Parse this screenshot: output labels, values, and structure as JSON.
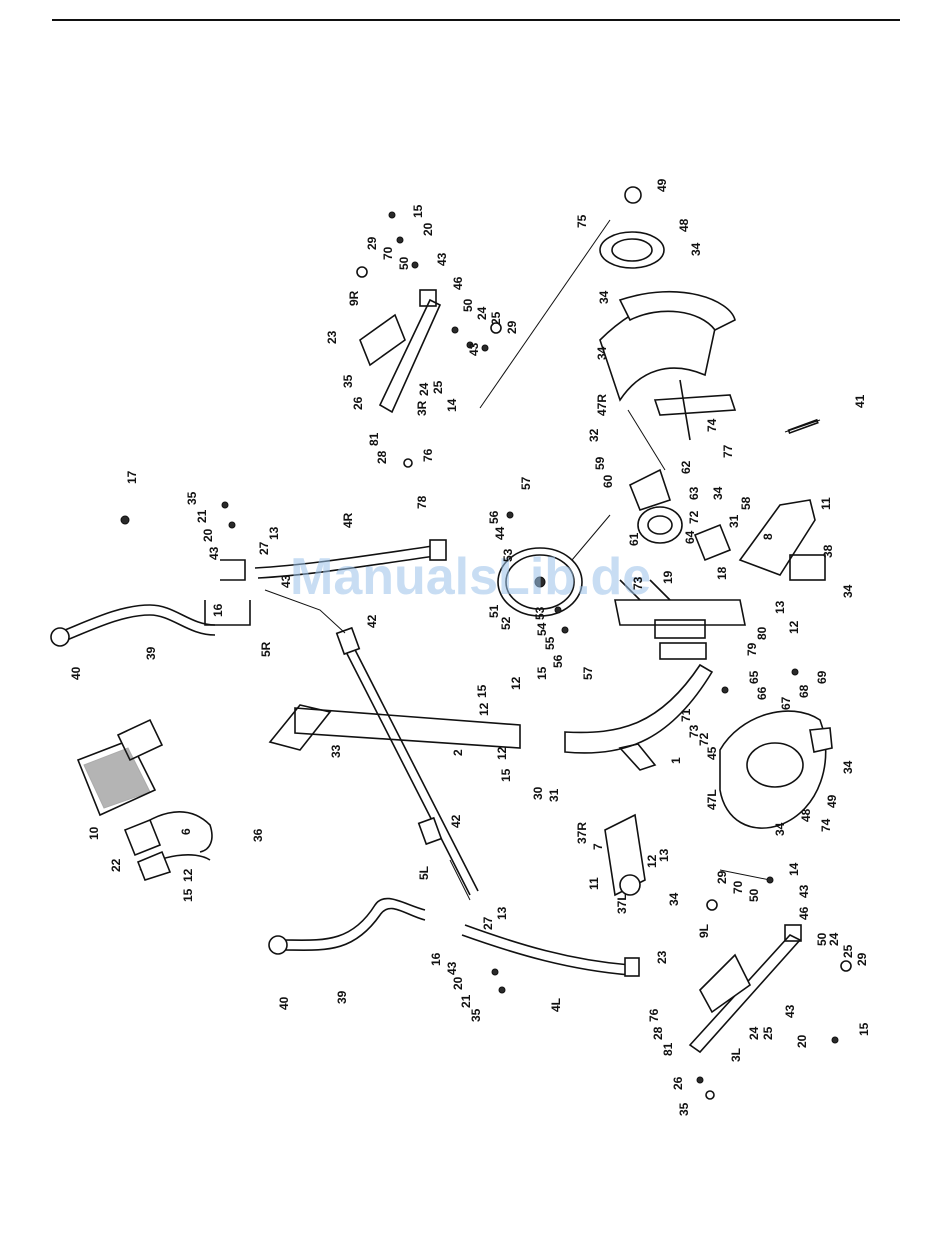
{
  "watermark": "ManualsLib.de",
  "callouts": [
    {
      "id": "c1",
      "text": "17"
    },
    {
      "id": "c2",
      "text": "35"
    },
    {
      "id": "c3",
      "text": "21"
    },
    {
      "id": "c4",
      "text": "20"
    },
    {
      "id": "c5",
      "text": "43"
    },
    {
      "id": "c6",
      "text": "27"
    },
    {
      "id": "c7",
      "text": "13"
    },
    {
      "id": "c8",
      "text": "4R"
    },
    {
      "id": "c9",
      "text": "16"
    },
    {
      "id": "c10",
      "text": "43"
    },
    {
      "id": "c11",
      "text": "5R"
    },
    {
      "id": "c12",
      "text": "39"
    },
    {
      "id": "c13",
      "text": "40"
    },
    {
      "id": "c14",
      "text": "78"
    },
    {
      "id": "c15",
      "text": "42"
    },
    {
      "id": "c16",
      "text": "33"
    },
    {
      "id": "c17",
      "text": "2"
    },
    {
      "id": "c18",
      "text": "15"
    },
    {
      "id": "c19",
      "text": "12"
    },
    {
      "id": "c20",
      "text": "12"
    },
    {
      "id": "c21",
      "text": "15"
    },
    {
      "id": "c22",
      "text": "12"
    },
    {
      "id": "c23",
      "text": "15"
    },
    {
      "id": "c24",
      "text": "30"
    },
    {
      "id": "c25",
      "text": "31"
    },
    {
      "id": "c26",
      "text": "10"
    },
    {
      "id": "c27",
      "text": "6"
    },
    {
      "id": "c28",
      "text": "36"
    },
    {
      "id": "c29",
      "text": "22"
    },
    {
      "id": "c30",
      "text": "12"
    },
    {
      "id": "c31",
      "text": "15"
    },
    {
      "id": "c32",
      "text": "42"
    },
    {
      "id": "c33",
      "text": "5L"
    },
    {
      "id": "c34",
      "text": "16"
    },
    {
      "id": "c35",
      "text": "43"
    },
    {
      "id": "c36",
      "text": "20"
    },
    {
      "id": "c37",
      "text": "21"
    },
    {
      "id": "c38",
      "text": "35"
    },
    {
      "id": "c39",
      "text": "27"
    },
    {
      "id": "c40",
      "text": "13"
    },
    {
      "id": "c41",
      "text": "4L"
    },
    {
      "id": "c42",
      "text": "39"
    },
    {
      "id": "c43",
      "text": "40"
    },
    {
      "id": "c44",
      "text": "37R"
    },
    {
      "id": "c45",
      "text": "7"
    },
    {
      "id": "c46",
      "text": "13"
    },
    {
      "id": "c47",
      "text": "12"
    },
    {
      "id": "c48",
      "text": "11"
    },
    {
      "id": "c49",
      "text": "37L"
    },
    {
      "id": "c50",
      "text": "34"
    },
    {
      "id": "c51",
      "text": "1"
    },
    {
      "id": "c52",
      "text": "15"
    },
    {
      "id": "c53",
      "text": "20"
    },
    {
      "id": "c54",
      "text": "43"
    },
    {
      "id": "c55",
      "text": "70"
    },
    {
      "id": "c56",
      "text": "29"
    },
    {
      "id": "c57",
      "text": "50"
    },
    {
      "id": "c58",
      "text": "46"
    },
    {
      "id": "c59",
      "text": "9R"
    },
    {
      "id": "c60",
      "text": "23"
    },
    {
      "id": "c61",
      "text": "50"
    },
    {
      "id": "c62",
      "text": "24"
    },
    {
      "id": "c63",
      "text": "25"
    },
    {
      "id": "c64",
      "text": "29"
    },
    {
      "id": "c65",
      "text": "43"
    },
    {
      "id": "c66",
      "text": "35"
    },
    {
      "id": "c67",
      "text": "26"
    },
    {
      "id": "c68",
      "text": "24"
    },
    {
      "id": "c69",
      "text": "25"
    },
    {
      "id": "c70",
      "text": "3R"
    },
    {
      "id": "c71",
      "text": "14"
    },
    {
      "id": "c72",
      "text": "81"
    },
    {
      "id": "c73",
      "text": "28"
    },
    {
      "id": "c74",
      "text": "76"
    },
    {
      "id": "c75",
      "text": "75"
    },
    {
      "id": "c76",
      "text": "49"
    },
    {
      "id": "c77",
      "text": "48"
    },
    {
      "id": "c78",
      "text": "34"
    },
    {
      "id": "c79",
      "text": "34"
    },
    {
      "id": "c80",
      "text": "34"
    },
    {
      "id": "c81",
      "text": "47R"
    },
    {
      "id": "c82",
      "text": "74"
    },
    {
      "id": "c83",
      "text": "77"
    },
    {
      "id": "c84",
      "text": "41"
    },
    {
      "id": "c85",
      "text": "32"
    },
    {
      "id": "c86",
      "text": "59"
    },
    {
      "id": "c87",
      "text": "60"
    },
    {
      "id": "c88",
      "text": "62"
    },
    {
      "id": "c89",
      "text": "63"
    },
    {
      "id": "c90",
      "text": "34"
    },
    {
      "id": "c91",
      "text": "72"
    },
    {
      "id": "c92",
      "text": "64"
    },
    {
      "id": "c93",
      "text": "31"
    },
    {
      "id": "c94",
      "text": "58"
    },
    {
      "id": "c95",
      "text": "11"
    },
    {
      "id": "c96",
      "text": "8"
    },
    {
      "id": "c97",
      "text": "38"
    },
    {
      "id": "c98",
      "text": "34"
    },
    {
      "id": "c99",
      "text": "18"
    },
    {
      "id": "c100",
      "text": "13"
    },
    {
      "id": "c101",
      "text": "12"
    },
    {
      "id": "c102",
      "text": "61"
    },
    {
      "id": "c103",
      "text": "19"
    },
    {
      "id": "c104",
      "text": "73"
    },
    {
      "id": "c105",
      "text": "57"
    },
    {
      "id": "c106",
      "text": "56"
    },
    {
      "id": "c107",
      "text": "44"
    },
    {
      "id": "c108",
      "text": "53"
    },
    {
      "id": "c109",
      "text": "51"
    },
    {
      "id": "c110",
      "text": "52"
    },
    {
      "id": "c111",
      "text": "54"
    },
    {
      "id": "c112",
      "text": "53"
    },
    {
      "id": "c113",
      "text": "55"
    },
    {
      "id": "c114",
      "text": "56"
    },
    {
      "id": "c115",
      "text": "57"
    },
    {
      "id": "c116",
      "text": "80"
    },
    {
      "id": "c117",
      "text": "79"
    },
    {
      "id": "c118",
      "text": "65"
    },
    {
      "id": "c119",
      "text": "66"
    },
    {
      "id": "c120",
      "text": "67"
    },
    {
      "id": "c121",
      "text": "68"
    },
    {
      "id": "c122",
      "text": "69"
    },
    {
      "id": "c123",
      "text": "71"
    },
    {
      "id": "c124",
      "text": "73"
    },
    {
      "id": "c125",
      "text": "72"
    },
    {
      "id": "c126",
      "text": "45"
    },
    {
      "id": "c127",
      "text": "47L"
    },
    {
      "id": "c128",
      "text": "34"
    },
    {
      "id": "c129",
      "text": "49"
    },
    {
      "id": "c130",
      "text": "74"
    },
    {
      "id": "c131",
      "text": "48"
    },
    {
      "id": "c132",
      "text": "34"
    },
    {
      "id": "c133",
      "text": "14"
    },
    {
      "id": "c134",
      "text": "43"
    },
    {
      "id": "c135",
      "text": "46"
    },
    {
      "id": "c136",
      "text": "29"
    },
    {
      "id": "c137",
      "text": "70"
    },
    {
      "id": "c138",
      "text": "50"
    },
    {
      "id": "c139",
      "text": "9L"
    },
    {
      "id": "c140",
      "text": "50"
    },
    {
      "id": "c141",
      "text": "24"
    },
    {
      "id": "c142",
      "text": "25"
    },
    {
      "id": "c143",
      "text": "29"
    },
    {
      "id": "c144",
      "text": "23"
    },
    {
      "id": "c145",
      "text": "76"
    },
    {
      "id": "c146",
      "text": "28"
    },
    {
      "id": "c147",
      "text": "81"
    },
    {
      "id": "c148",
      "text": "24"
    },
    {
      "id": "c149",
      "text": "25"
    },
    {
      "id": "c150",
      "text": "43"
    },
    {
      "id": "c151",
      "text": "3L"
    },
    {
      "id": "c152",
      "text": "20"
    },
    {
      "id": "c153",
      "text": "15"
    },
    {
      "id": "c154",
      "text": "26"
    },
    {
      "id": "c155",
      "text": "35"
    }
  ]
}
